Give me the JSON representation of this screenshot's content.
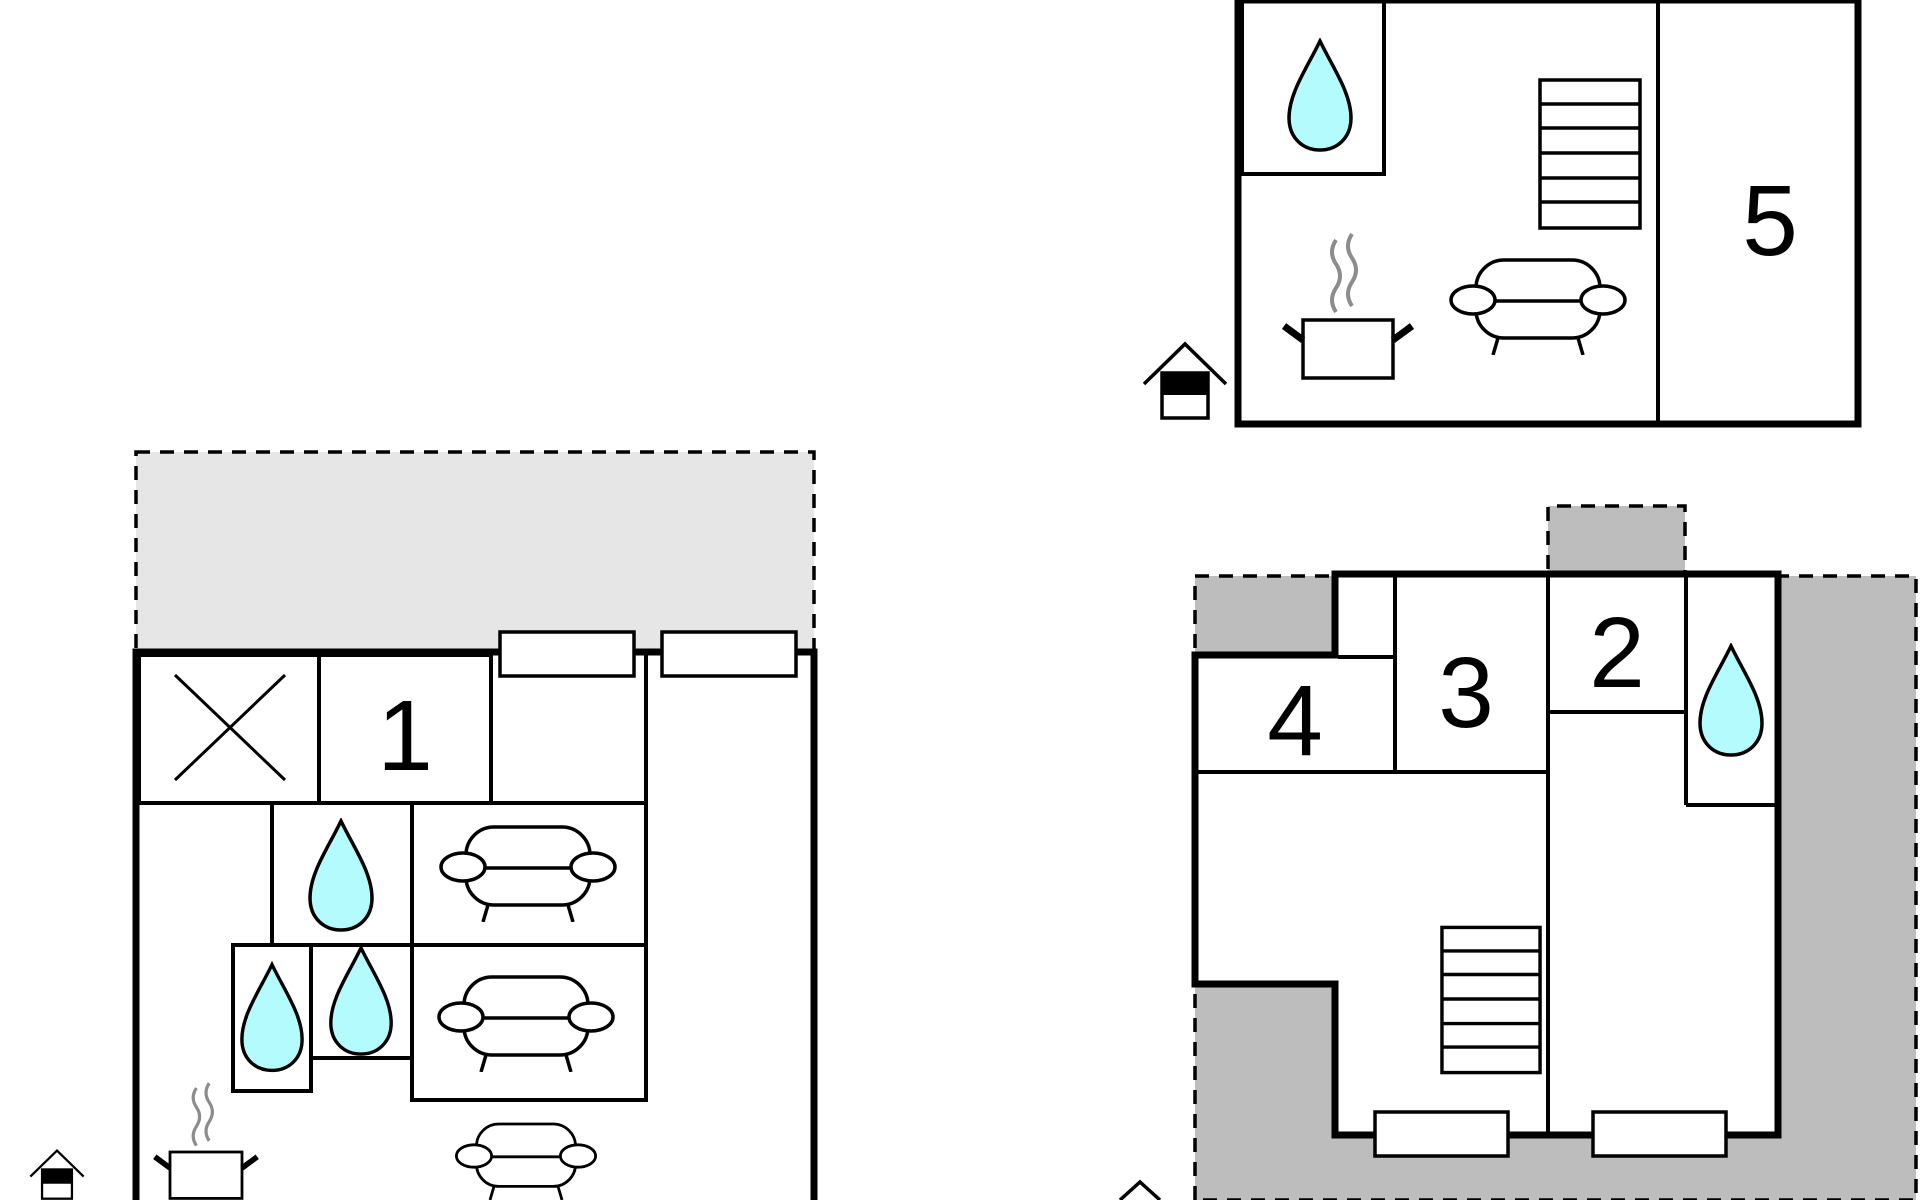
{
  "diagram": {
    "kind": "floor-plan",
    "colors": {
      "background": "#ffffff",
      "wall": "#000000",
      "water": "#b3fbfd",
      "terrace_light": "#e6e6e6",
      "terrace_dark": "#bdbdbd",
      "steam": "#8c8c8c"
    },
    "floors": [
      {
        "id": "floor-upper",
        "rooms": [
          {
            "label": "5",
            "type": "bedroom"
          },
          {
            "label": "",
            "type": "bathroom",
            "icons": [
              "water-drop-icon"
            ]
          },
          {
            "label": "",
            "type": "living-kitchen",
            "icons": [
              "stairs-icon",
              "sofa-icon",
              "cooking-pot-icon"
            ]
          }
        ],
        "entrance_icon": "house-entrance-icon"
      },
      {
        "id": "floor-left",
        "rooms": [
          {
            "label": "1",
            "type": "bedroom"
          },
          {
            "label": "",
            "type": "storage",
            "icons": [
              "x-mark-icon"
            ]
          },
          {
            "label": "",
            "type": "bathroom",
            "icons": [
              "water-drop-icon"
            ]
          },
          {
            "label": "",
            "type": "bathroom",
            "icons": [
              "water-drop-icon"
            ]
          },
          {
            "label": "",
            "type": "bathroom",
            "icons": [
              "water-drop-icon"
            ]
          },
          {
            "label": "",
            "type": "living",
            "icons": [
              "sofa-icon"
            ]
          },
          {
            "label": "",
            "type": "living",
            "icons": [
              "sofa-icon"
            ]
          },
          {
            "label": "",
            "type": "living",
            "icons": [
              "sofa-icon"
            ]
          },
          {
            "label": "",
            "type": "kitchen",
            "icons": [
              "cooking-pot-icon"
            ]
          }
        ],
        "terrace": "light",
        "entrance_icon": "house-entrance-icon"
      },
      {
        "id": "floor-right",
        "rooms": [
          {
            "label": "2",
            "type": "bedroom"
          },
          {
            "label": "3",
            "type": "bedroom"
          },
          {
            "label": "4",
            "type": "bedroom"
          },
          {
            "label": "",
            "type": "bathroom",
            "icons": [
              "water-drop-icon"
            ]
          },
          {
            "label": "",
            "type": "living",
            "icons": [
              "stairs-icon"
            ]
          }
        ],
        "terrace": "dark",
        "entrance_icon": "house-entrance-icon"
      }
    ]
  }
}
